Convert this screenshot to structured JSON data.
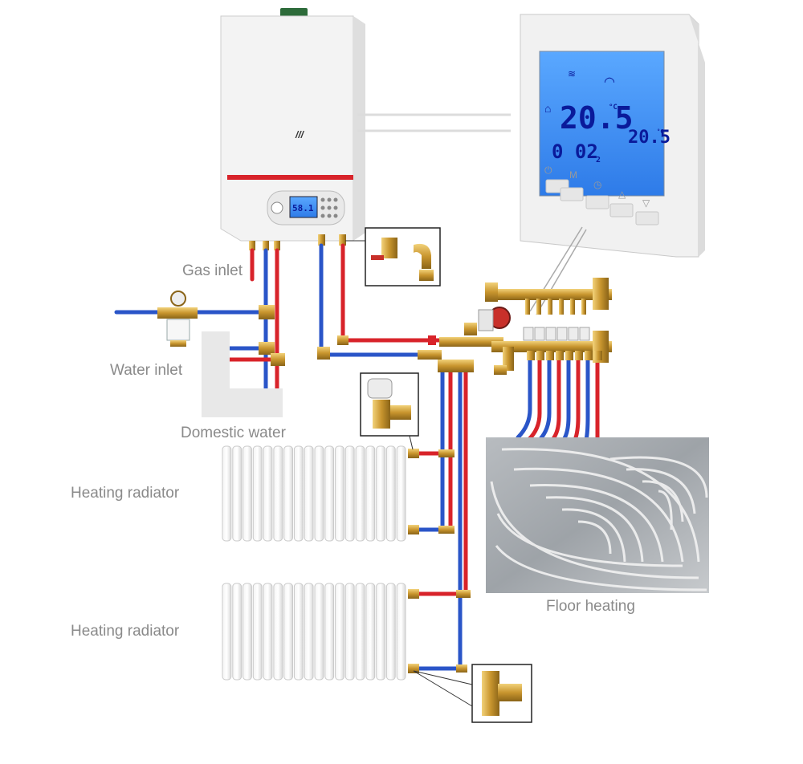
{
  "labels": {
    "gas_inlet": "Gas inlet",
    "water_inlet": "Water inlet",
    "domestic_water": "Domestic water",
    "heating_radiator_1": "Heating radiator",
    "heating_radiator_2": "Heating radiator",
    "floor_heating": "Floor heating"
  },
  "boiler": {
    "display_value": "58.1",
    "logo_mark": "///"
  },
  "thermostat": {
    "room_temp": "20.5",
    "set_temp": "20.5",
    "unit": "°C",
    "time": "0 02",
    "program": "2",
    "button_m": "M",
    "button_up": "△",
    "button_down": "▽"
  },
  "colors": {
    "hot_pipe": "#d8232a",
    "cold_pipe": "#2a55c8",
    "brass": "#d1a23c",
    "lcd_blue": "#4a9cf5",
    "label_gray": "#8a8a8a"
  }
}
